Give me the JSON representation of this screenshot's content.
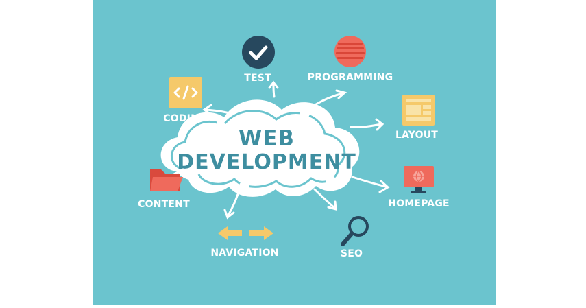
{
  "colors": {
    "background": "#6bc4ce",
    "cloud": "#ffffff",
    "title": "#3e8ea0",
    "dark": "#27485e",
    "coral": "#ef6a5c",
    "yellow": "#f5c96a"
  },
  "center": {
    "line1": "WEB",
    "line2": "DEVELOPMENT"
  },
  "nodes": [
    {
      "key": "test",
      "label": "TEST",
      "icon": "check-circle-icon"
    },
    {
      "key": "programming",
      "label": "PROGRAMMING",
      "icon": "binary-code-icon"
    },
    {
      "key": "coding",
      "label": "CODING",
      "icon": "code-brackets-icon"
    },
    {
      "key": "layout",
      "label": "LAYOUT",
      "icon": "page-layout-icon"
    },
    {
      "key": "content",
      "label": "CONTENT",
      "icon": "folder-icon"
    },
    {
      "key": "homepage",
      "label": "HOMEPAGE",
      "icon": "monitor-icon"
    },
    {
      "key": "navigation",
      "label": "NAVIGATION",
      "icon": "left-right-arrows-icon"
    },
    {
      "key": "seo",
      "label": "SEO",
      "icon": "magnifier-icon"
    }
  ]
}
